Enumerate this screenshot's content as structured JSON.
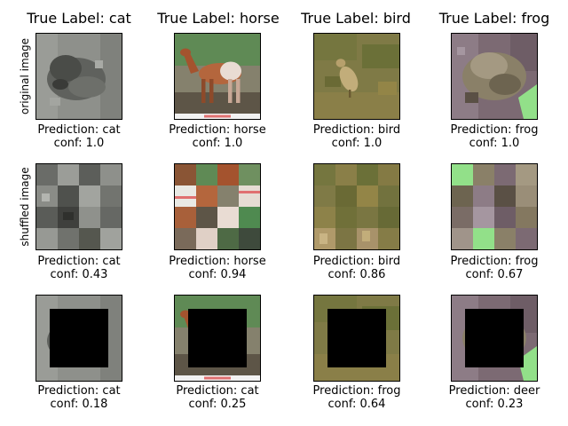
{
  "columns": [
    {
      "true_label": "True Label: cat"
    },
    {
      "true_label": "True Label: horse"
    },
    {
      "true_label": "True Label: bird"
    },
    {
      "true_label": "True Label: frog"
    }
  ],
  "rows": [
    {
      "label": "original image",
      "cells": [
        {
          "prediction": "Prediction: cat",
          "conf": "conf: 1.0"
        },
        {
          "prediction": "Prediction: horse",
          "conf": "conf: 1.0"
        },
        {
          "prediction": "Prediction: bird",
          "conf": "conf: 1.0"
        },
        {
          "prediction": "Prediction: frog",
          "conf": "conf: 1.0"
        }
      ]
    },
    {
      "label": "shuffled image",
      "cells": [
        {
          "prediction": "Prediction: cat",
          "conf": "conf: 0.43"
        },
        {
          "prediction": "Prediction: horse",
          "conf": "conf: 0.94"
        },
        {
          "prediction": "Prediction: bird",
          "conf": "conf: 0.86"
        },
        {
          "prediction": "Prediction: frog",
          "conf": "conf: 0.67"
        }
      ]
    },
    {
      "label": "",
      "cells": [
        {
          "prediction": "Prediction: cat",
          "conf": "conf: 0.18"
        },
        {
          "prediction": "Prediction: cat",
          "conf": "conf: 0.25"
        },
        {
          "prediction": "Prediction: frog",
          "conf": "conf: 0.64"
        },
        {
          "prediction": "Prediction: deer",
          "conf": "conf: 0.23"
        }
      ]
    }
  ]
}
